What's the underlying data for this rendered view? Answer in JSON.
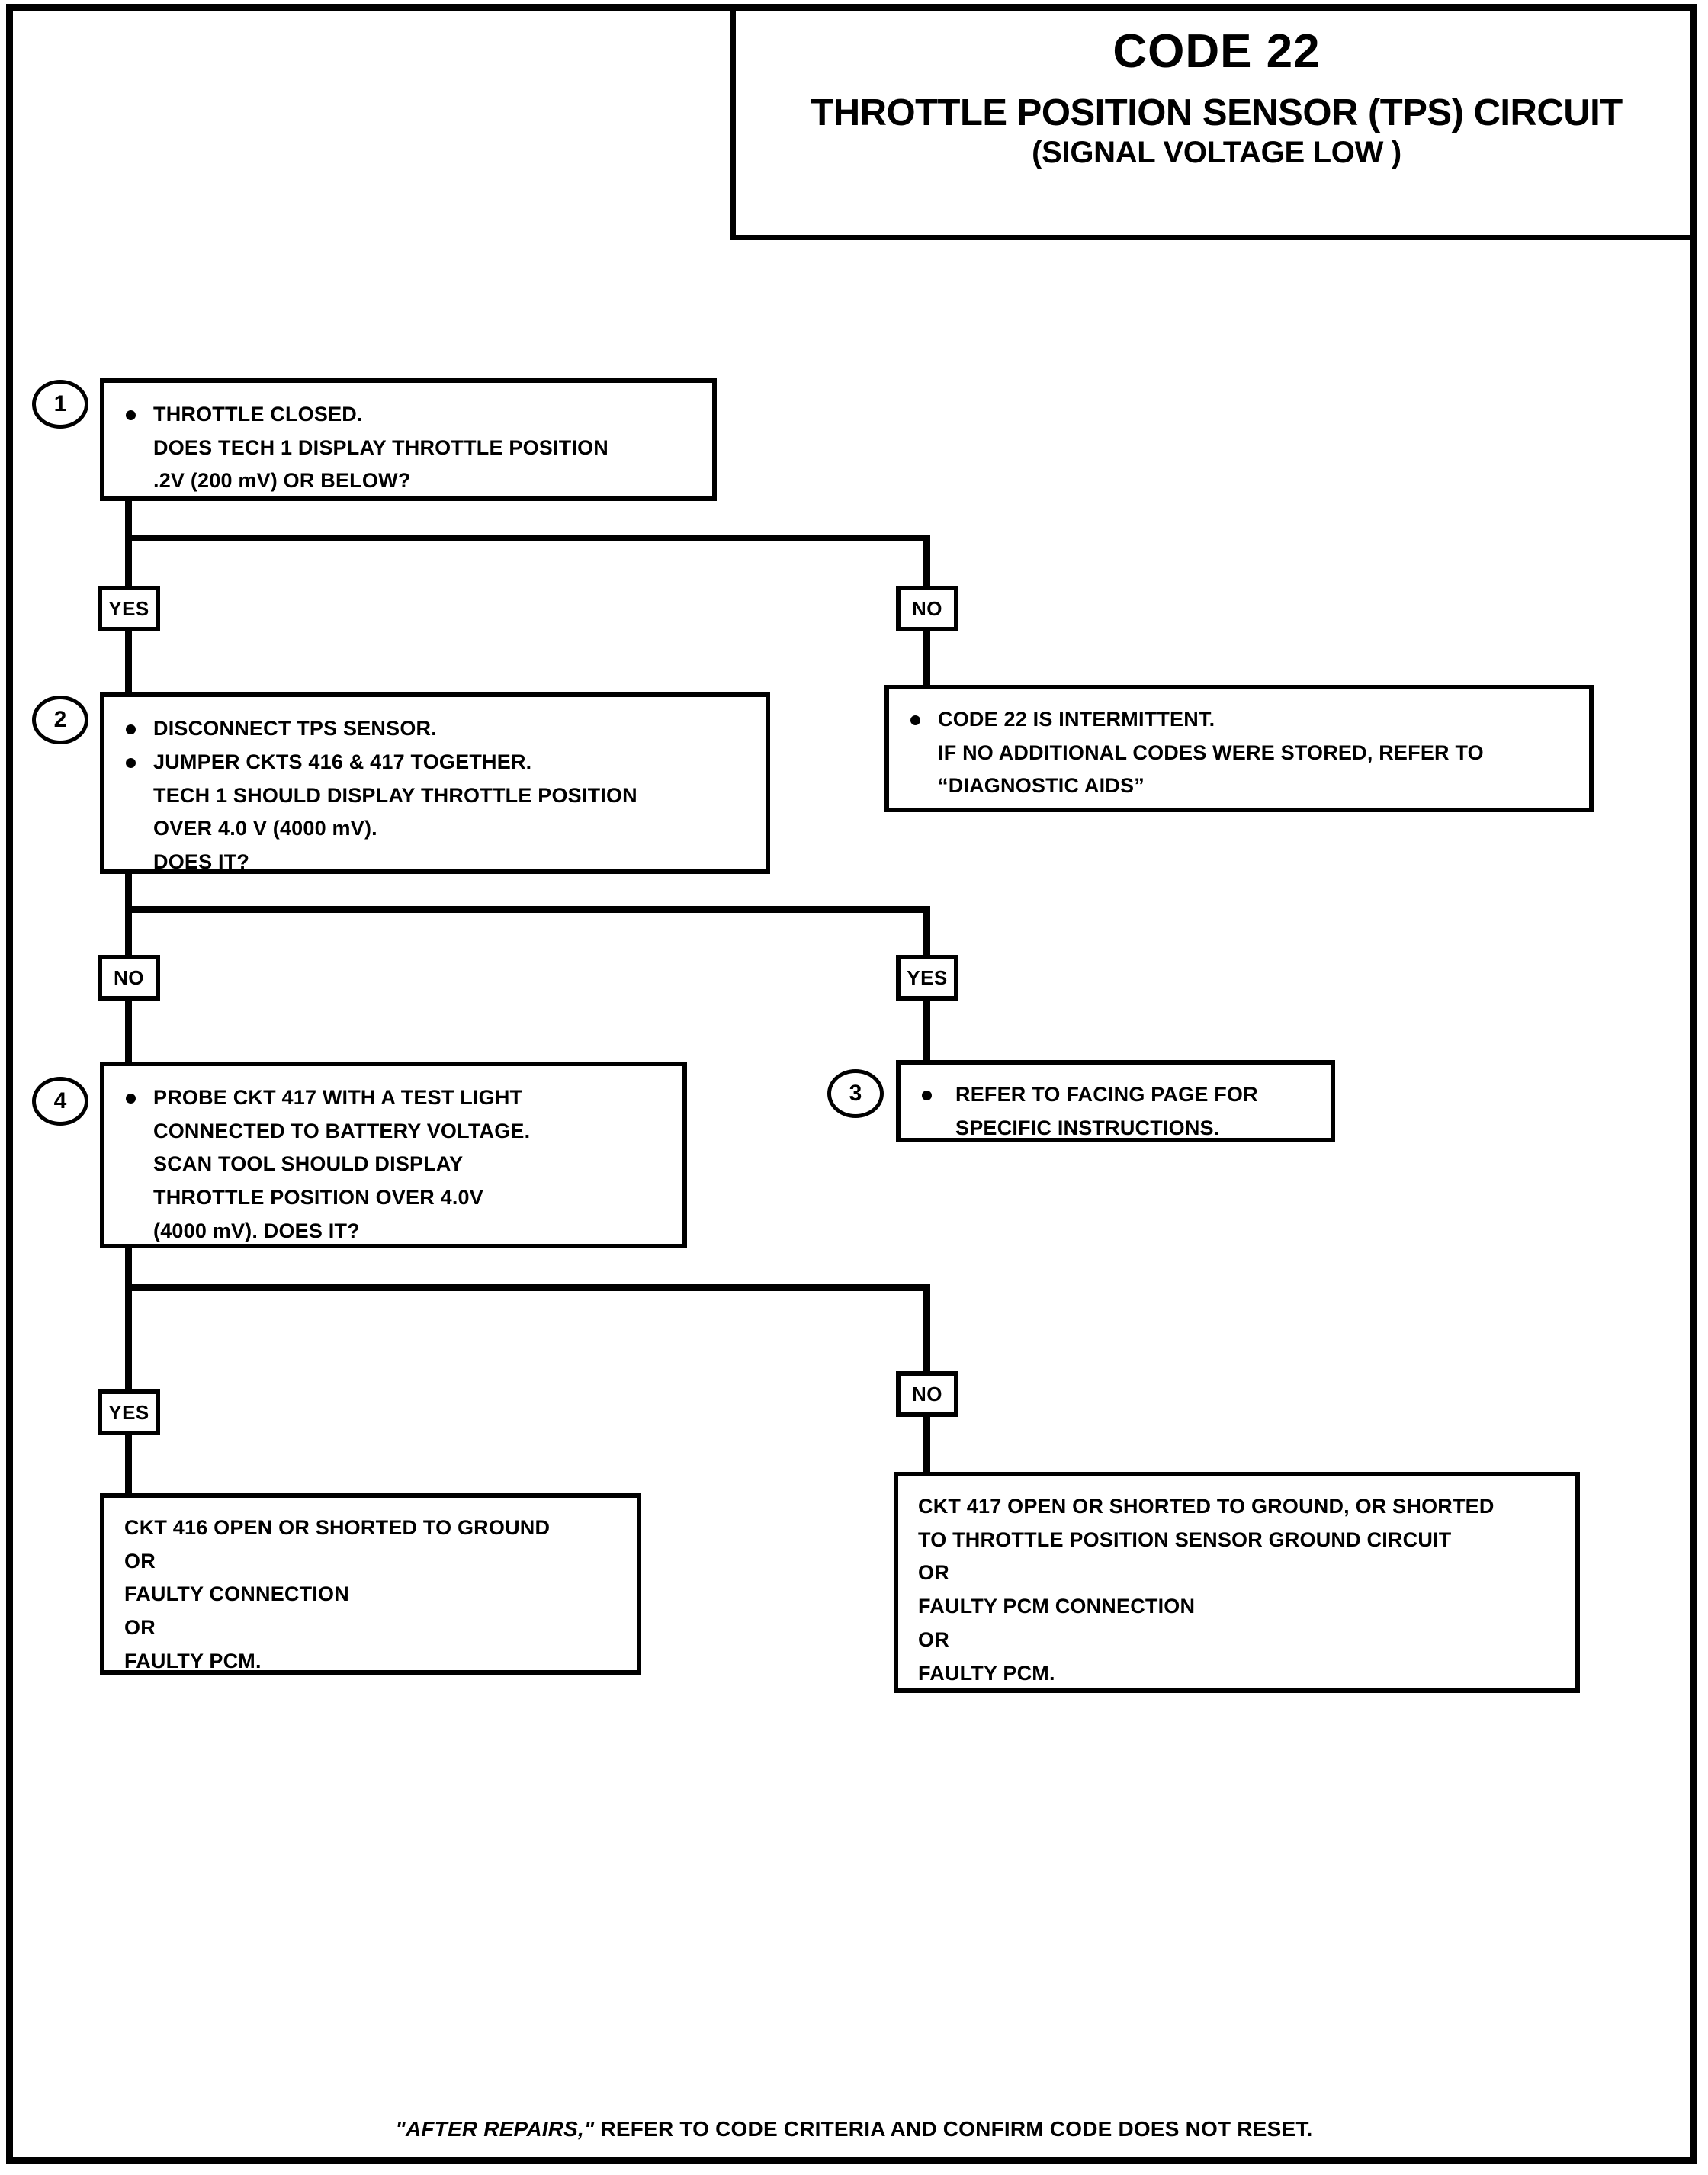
{
  "document": {
    "title_code": "CODE 22",
    "title_main": "THROTTLE POSITION SENSOR (TPS) CIRCUIT",
    "title_sub": "(SIGNAL VOLTAGE LOW )",
    "footer_emphasis": "\"AFTER REPAIRS,\"",
    "footer_rest": " REFER TO CODE CRITERIA  AND CONFIRM CODE DOES NOT RESET."
  },
  "steps": {
    "one": {
      "number": "1",
      "text": "THROTTLE CLOSED.\nDOES TECH 1 DISPLAY THROTTLE POSITION\n.2V (200 mV) OR BELOW?"
    },
    "two": {
      "number": "2",
      "text_a": "DISCONNECT TPS SENSOR.",
      "text_b": "JUMPER CKTS 416 & 417 TOGETHER.\nTECH 1 SHOULD DISPLAY THROTTLE POSITION\nOVER 4.0 V (4000 mV).\nDOES IT?"
    },
    "three": {
      "number": "3",
      "text": "REFER TO FACING PAGE FOR\nSPECIFIC INSTRUCTIONS."
    },
    "four": {
      "number": "4",
      "text": "PROBE CKT 417 WITH A TEST LIGHT\nCONNECTED TO BATTERY VOLTAGE.\n SCAN  TOOL  SHOULD DISPLAY\n  THROTTLE  POSITION OVER 4.0V\n(4000 mV). DOES IT?"
    }
  },
  "results": {
    "intermittent": {
      "text": "CODE 22 IS INTERMITTENT.\nIF NO ADDITIONAL CODES WERE STORED, REFER  TO\n“DIAGNOSTIC AIDS”"
    },
    "ckt416": {
      "text": "CKT 416 OPEN OR SHORTED TO GROUND\nOR\nFAULTY CONNECTION\nOR\nFAULTY PCM."
    },
    "ckt417": {
      "text": "CKT 417 OPEN OR SHORTED TO GROUND, OR SHORTED\nTO THROTTLE POSITION SENSOR GROUND CIRCUIT\nOR\nFAULTY PCM CONNECTION\nOR\nFAULTY PCM."
    }
  },
  "branches": {
    "l1_yes": "YES",
    "l1_no": "NO",
    "l2_no": "NO",
    "l2_yes": "YES",
    "l3_yes": "YES",
    "l3_no": "NO"
  },
  "colors": {
    "ink": "#000000",
    "paper": "#ffffff"
  }
}
